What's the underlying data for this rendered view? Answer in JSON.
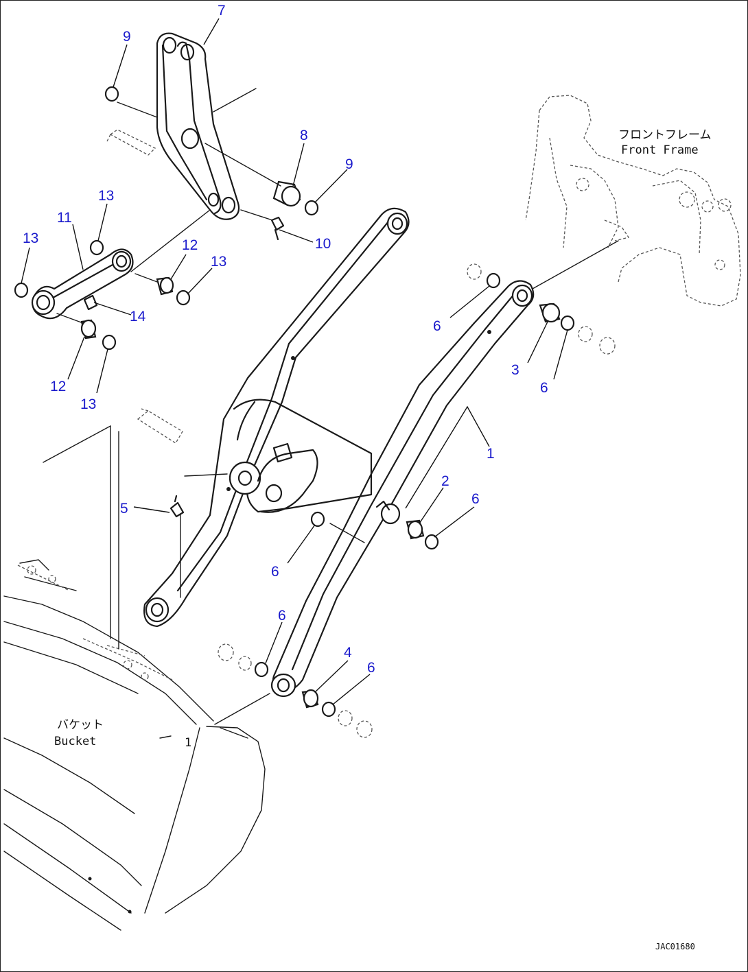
{
  "labels": {
    "front_frame_jp": "フロントフレーム",
    "front_frame_en": "Front Frame",
    "bucket_jp": "バケット",
    "bucket_en": "Bucket",
    "drawing_code": "JAC01680",
    "bucket_ref": "1"
  },
  "callouts": [
    {
      "id": "c7",
      "text": "7"
    },
    {
      "id": "c9a",
      "text": "9"
    },
    {
      "id": "c8",
      "text": "8"
    },
    {
      "id": "c9b",
      "text": "9"
    },
    {
      "id": "c10",
      "text": "10"
    },
    {
      "id": "c13a",
      "text": "13"
    },
    {
      "id": "c11",
      "text": "11"
    },
    {
      "id": "c13b",
      "text": "13"
    },
    {
      "id": "c12a",
      "text": "12"
    },
    {
      "id": "c13c",
      "text": "13"
    },
    {
      "id": "c14",
      "text": "14"
    },
    {
      "id": "c12b",
      "text": "12"
    },
    {
      "id": "c13d",
      "text": "13"
    },
    {
      "id": "c6a",
      "text": "6"
    },
    {
      "id": "c3",
      "text": "3"
    },
    {
      "id": "c6b",
      "text": "6"
    },
    {
      "id": "c1",
      "text": "1"
    },
    {
      "id": "c2",
      "text": "2"
    },
    {
      "id": "c6c",
      "text": "6"
    },
    {
      "id": "c5",
      "text": "5"
    },
    {
      "id": "c6d",
      "text": "6"
    },
    {
      "id": "c6e",
      "text": "6"
    },
    {
      "id": "c4",
      "text": "4"
    },
    {
      "id": "c6f",
      "text": "6"
    }
  ],
  "colors": {
    "callout": "#1a1acc",
    "line": "#1a1a1a"
  }
}
